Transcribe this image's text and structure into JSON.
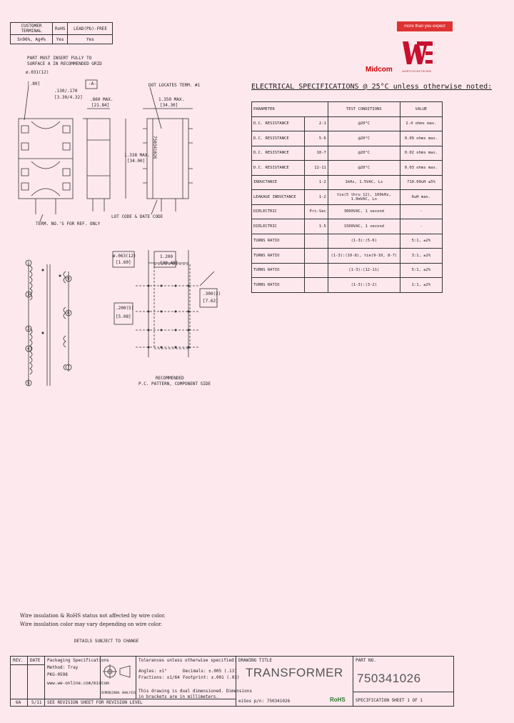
{
  "banner": {
    "text": "more than you expect"
  },
  "brand": {
    "midcom": "Midcom",
    "wuerth": "WÜRTH ELEKTRONIK",
    "logo_letters": "WE"
  },
  "header_table": {
    "h1": "CUSTOMER TERMINAL",
    "h2": "RoHS",
    "h3": "LEAD(Pb)-FREE",
    "v1": "Sn96%, Ag4%",
    "v2": "Yes",
    "v3": "Yes"
  },
  "drawing_notes": {
    "insert": [
      "PART MUST INSERT FULLY TO",
      "SURFACE A IN RECOMMENDED GRID"
    ],
    "dim_031": "ø.031(12)",
    "dim_080": "[.80]",
    "dim_130": ".130/.170",
    "dim_330": "[3.30/4.32]",
    "dim_860": ".860 MAX.",
    "dim_2184": "[21.84]",
    "datum_a": "-A-",
    "dot_locates": "DOT LOCATES TERM. #1",
    "dim_1350": "1.350 MAX.",
    "dim_3430": "[34.30]",
    "dim_1338": "1.338 MAX.",
    "dim_3400": "[34.00]",
    "term_no5": "TERM. NO.'S FOR REF. ONLY",
    "lot_code": "LOT CODE & DATE CODE",
    "part_marking": "750341026",
    "dim_063": "ø.063(12)",
    "dim_160": "[1.60]",
    "dim_1200": "1.200",
    "dim_3048": "[30.48]",
    "dim_300": ".300(2)",
    "dim_762": "[7.62]",
    "dim_200": ".200(5)",
    "dim_508": "[5.08]",
    "recommended": [
      "RECOMMENDED",
      "P.C. PATTERN, COMPONENT SIDE"
    ],
    "pins": [
      "1",
      "3",
      "2",
      "4",
      "5"
    ],
    "pins_right": [
      "9",
      "8",
      "7"
    ]
  },
  "specs": {
    "title": "ELECTRICAL SPECIFICATIONS @ 25°C unless otherwise noted:",
    "headers": [
      "PARAMETER",
      "TEST CONDITIONS",
      "VALUE"
    ],
    "rows": [
      {
        "param": "D.C. RESISTANCE",
        "pins": "2-1",
        "cond": "@20°C",
        "value": "2.4 ohms max."
      },
      {
        "param": "D.C. RESISTANCE",
        "pins": "5-6",
        "cond": "@20°C",
        "value": "0.09 ohms max."
      },
      {
        "param": "D.C. RESISTANCE",
        "pins": "10-7",
        "cond": "@20°C",
        "value": "0.02 ohms max."
      },
      {
        "param": "D.C. RESISTANCE",
        "pins": "12-11",
        "cond": "@20°C",
        "value": "0.03 ohms max."
      },
      {
        "param": "INDUCTANCE",
        "pins": "1-2",
        "cond": "1kHz, 1.5VAC, Ls",
        "value": "710.00uH ±5%"
      },
      {
        "param": "LEAKAGE INDUCTANCE",
        "pins": "1-2",
        "cond": "tie(5 thru 12), 100kHz, 1.0mVAC, Ls",
        "value": "6uH max."
      },
      {
        "param": "DIELECTRIC",
        "pins": "Pri-Sec",
        "cond": "3000VAC, 1 second",
        "value": "-"
      },
      {
        "param": "DIELECTRIC",
        "pins": "1-5",
        "cond": "1500VAC, 1 second",
        "value": "-"
      },
      {
        "param": "TURNS RATIO",
        "pins": "",
        "cond": "(1-3):(5-6)",
        "value": "5:1, ±2%"
      },
      {
        "param": "TURNS RATIO",
        "pins": "",
        "cond": "(1-3):(10-8), tie(9-10, 8-7)",
        "value": "3:1, ±2%"
      },
      {
        "param": "TURNS RATIO",
        "pins": "",
        "cond": "(1-3):(12-11)",
        "value": "5:1, ±2%"
      },
      {
        "param": "TURNS RATIO",
        "pins": "",
        "cond": "(1-3):(3-2)",
        "value": "1:1, ±2%"
      }
    ]
  },
  "notes": [
    "Wire insulation & RoHS status not affected by wire color.",
    "Wire insulation color may vary depending on wire color."
  ],
  "details_notice": "DETAILS SUBJECT TO CHANGE",
  "title_block": {
    "rev_label": "REV.",
    "date_label": "DATE",
    "packaging": "Packaging Specifications",
    "method": "Method: Tray",
    "pkg": "PKG-0598",
    "url": "www.we-online.com/midcom",
    "rev_sheet": "SEE REVISION SHEET FOR REVISION LEVEL",
    "rev_val": "6A",
    "date_val": "5/11",
    "projection": "DIMENSIONAL ANALYSIS",
    "tol_title": "Tolerances unless otherwise specified:",
    "angles": "Angles: ±1°",
    "fractions": "Fractions: ±1/64",
    "decimals": "Decimals: ±.005 (.13)",
    "footprint": "Footprint: ±.001 (.03)",
    "dim_note1": "This drawing is dual dimensioned. Dimensions",
    "dim_note2": "in brackets are in millimeters.",
    "drawing_title_label": "DRAWING TITLE",
    "drawing_title": "TRANSFORMER",
    "wec_pn": "eiSos p/n: 750341026",
    "part_no_label": "PART NO.",
    "part_no": "750341026",
    "rohs": "RoHS",
    "sheet": "SPECIFICATION SHEET  1  OF  1"
  }
}
